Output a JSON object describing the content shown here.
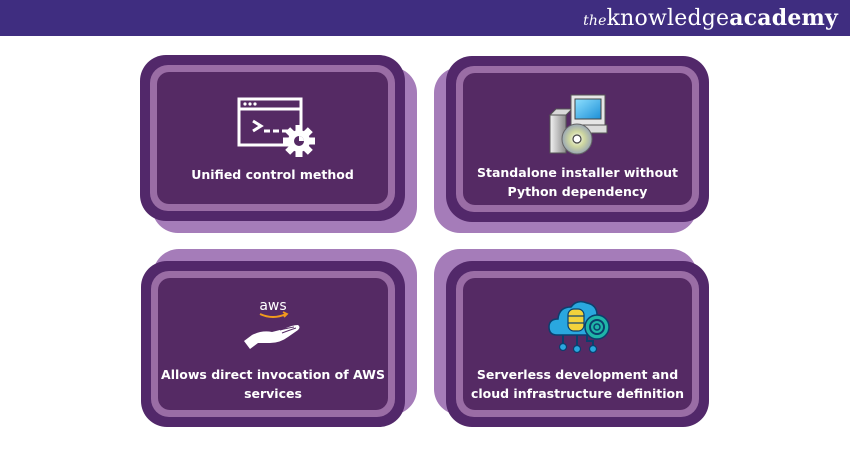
{
  "header": {
    "brand": {
      "prefix": "the",
      "word1": "knowledge",
      "word2": "academy"
    },
    "background": "#3f2d80"
  },
  "colors": {
    "card_dark": "#52286a",
    "card_ring": "#9a6da5",
    "card_shadow": "#a57cb9"
  },
  "cards": [
    {
      "label": "Unified control method",
      "icon": "terminal-gear-icon"
    },
    {
      "label": "Standalone installer without Python dependency",
      "icon": "installer-cd-icon"
    },
    {
      "label": "Allows direct invocation of AWS services",
      "icon": "aws-hand-icon",
      "icon_text": "aws"
    },
    {
      "label": "Serverless development and cloud infrastructure definition",
      "icon": "cloud-database-gear-icon"
    }
  ]
}
